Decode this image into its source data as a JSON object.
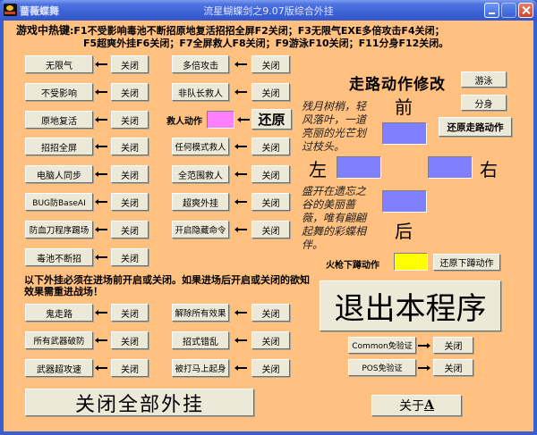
{
  "window": {
    "app_name": "蔷薇蝶舞",
    "title": "流星蝴蝶剑之9.07版综合外挂",
    "controls": [
      "minimize",
      "maximize",
      "close"
    ]
  },
  "hotkeys": {
    "label": "游戏中热键",
    "line1": ":F1不受影响毒池不断招原地复活招招全屏F2关闭；F3无限气EXE多倍攻击F4关闭；",
    "line2": "F5超爽外挂F6关闭；F7全屏救人F8关闭；F9游泳F10关闭；F11分身F12关闭。"
  },
  "left_column": [
    {
      "label": "无限气",
      "close": "关闭"
    },
    {
      "label": "不受影响",
      "close": "关闭"
    },
    {
      "label": "原地复活",
      "close": "关闭"
    },
    {
      "label": "招招全屏",
      "close": "关闭"
    },
    {
      "label": "电脑人同步",
      "close": "关闭"
    },
    {
      "label": "BUG防BaseAI",
      "close": "关闭"
    },
    {
      "label": "防血刀程序踢场",
      "close": "关闭"
    },
    {
      "label": "毒池不断招",
      "close": "关闭"
    }
  ],
  "mid_column": [
    {
      "label": "多倍攻击",
      "close": "关闭"
    },
    {
      "label": "非队长救人",
      "close": "关闭"
    },
    {
      "label": "任何模式救人",
      "close": "关闭"
    },
    {
      "label": "全范围救人",
      "close": "关闭"
    },
    {
      "label": "超爽外挂",
      "close": "关闭"
    },
    {
      "label": "开启隐藏命令",
      "close": "关闭"
    }
  ],
  "rescue_action": {
    "label": "救人动作",
    "color": "#ff80ff",
    "restore": "还原"
  },
  "note": "以下外挂必须在进场前开启或关闭。如果进场后开启或关闭的欲知效果需重进战场！",
  "lower_left": [
    {
      "label": "鬼走路",
      "close": "关闭"
    },
    {
      "label": "所有武器破防",
      "close": "关闭"
    },
    {
      "label": "武器超攻速",
      "close": "关闭"
    }
  ],
  "lower_mid": [
    {
      "label": "解除所有效果",
      "close": "关闭"
    },
    {
      "label": "招式错乱",
      "close": "关闭"
    },
    {
      "label": "被打马上起身",
      "close": "关闭"
    }
  ],
  "walk_edit": {
    "title": "走路动作修改",
    "swim": "游泳",
    "clone": "分身",
    "restore_walk": "还原走路动作",
    "front": "前",
    "left": "左",
    "right": "右",
    "back": "后",
    "swatch_color": "#8080ff",
    "poem1": "残月树梢，轻风落叶，一道亮丽的光芒划过枝头。",
    "poem2": "盛开在遗忘之谷的美丽蔷薇，唯有翩翩起舞的彩蝶相伴。"
  },
  "crouch": {
    "label": "火枪下蹲动作",
    "color": "#ffff00",
    "restore": "还原下蹲动作"
  },
  "exit_button": "退出本程序",
  "verify": [
    {
      "label": "Common免验证",
      "close": "关闭"
    },
    {
      "label": "POS免验证",
      "close": "关闭"
    }
  ],
  "close_all": "关闭全部外挂",
  "about": {
    "label": "关于",
    "accel": "A"
  },
  "colors": {
    "background": "#ffc080",
    "button_face": "#ece9d8",
    "titlebar": "#3c62d6"
  }
}
